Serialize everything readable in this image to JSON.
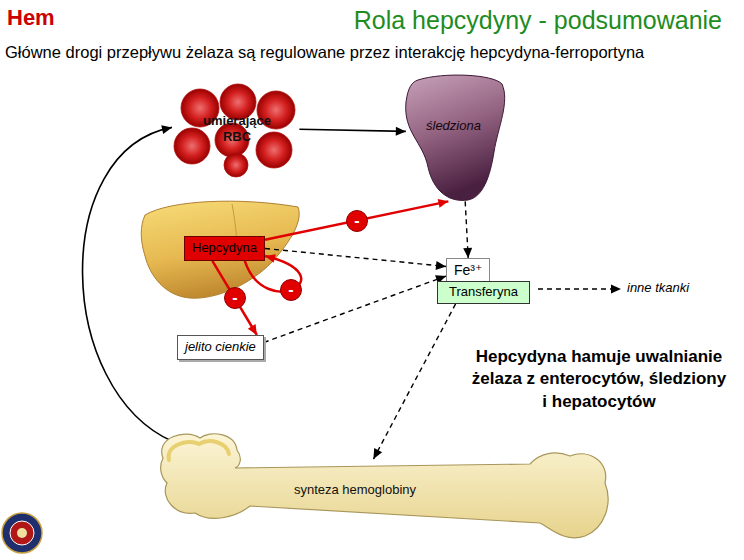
{
  "diagram": {
    "title": "Rola hepcydyny - podsumowanie",
    "nodes": [
      {
        "text": [
          "umierające RBC"
        ]
      },
      {
        "text": [
          "śledziona"
        ]
      },
      {
        "text": [
          "Hepcydyna"
        ]
      },
      {
        "text": [
          "Fe³⁺"
        ]
      },
      {
        "text": [
          "Transferyna"
        ]
      },
      {
        "text": [
          "jelito cienkie"
        ]
      },
      {
        "text": [
          "synteza hemoglobiny"
        ]
      }
    ],
    "edges": [
      {
        "from": 0,
        "to": 1,
        "arrow": "to"
      },
      {
        "from": 1,
        "to": 3,
        "arrow": "to"
      },
      {
        "from": 2,
        "to": 1,
        "label": "-",
        "arrow": "to"
      },
      {
        "from": 2,
        "to": 3,
        "arrow": "to"
      },
      {
        "from": 2,
        "to": 2,
        "label": "-",
        "arrow": "to"
      },
      {
        "from": 2,
        "to": 5,
        "label": "-",
        "arrow": "to"
      },
      {
        "from": 5,
        "to": 3,
        "arrow": "to"
      },
      {
        "from": 4,
        "to": 6,
        "arrow": "to"
      },
      {
        "from": 6,
        "to": 0,
        "arrow": "to"
      }
    ],
    "labels": [
      "Hem",
      "Główne drogi przepływu żelaza są regulowane przez interakcję hepcydyna-ferroportyna",
      "inne tkanki",
      "Hepcydyna hamuje uwalnianie żelaza z enterocytów, śledziony i hepatocytów"
    ]
  }
}
